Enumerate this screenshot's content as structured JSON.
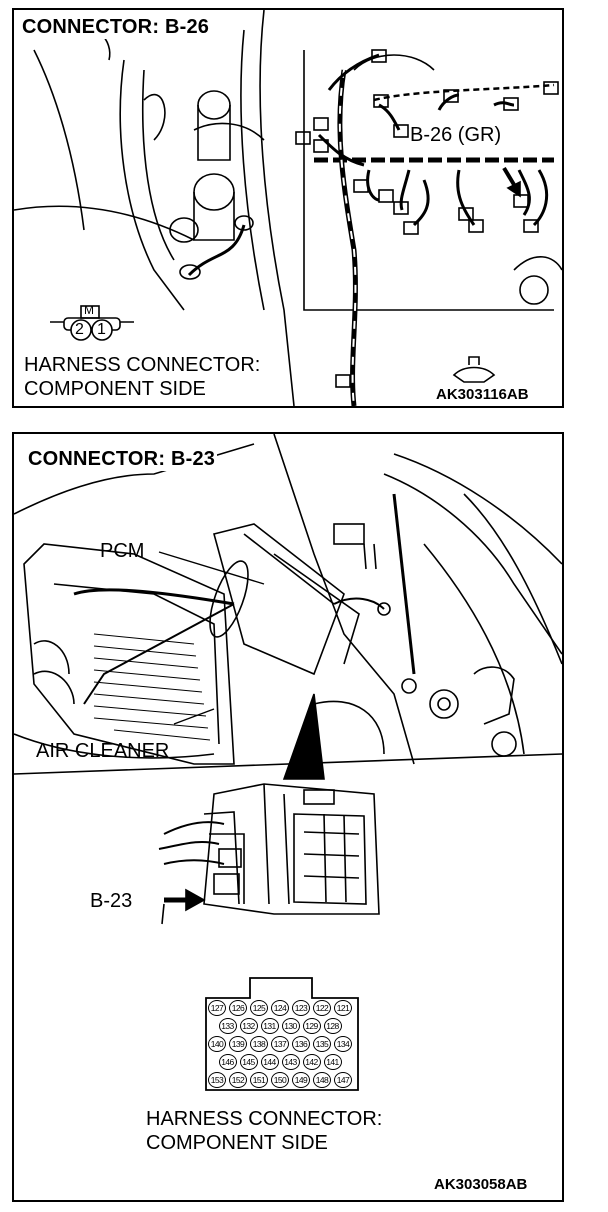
{
  "top": {
    "title": "CONNECTOR: B-26",
    "connector_callout": "B-26 (GR)",
    "connector_key_letter": "M",
    "pins": [
      "2",
      "1"
    ],
    "harness_line1": "HARNESS CONNECTOR:",
    "harness_line2": "COMPONENT SIDE",
    "figure_code": "AK303116AB"
  },
  "bottom": {
    "title": "CONNECTOR: B-23",
    "pcm_label": "PCM",
    "air_cleaner_label": "AIR CLEANER",
    "connector_callout": "B-23",
    "pin_rows": [
      [
        "127",
        "126",
        "125",
        "124",
        "123",
        "122",
        "121"
      ],
      [
        "133",
        "132",
        "131",
        "130",
        "129",
        "128"
      ],
      [
        "140",
        "139",
        "138",
        "137",
        "136",
        "135",
        "134"
      ],
      [
        "146",
        "145",
        "144",
        "143",
        "142",
        "141"
      ],
      [
        "153",
        "152",
        "151",
        "150",
        "149",
        "148",
        "147"
      ]
    ],
    "harness_line1": "HARNESS CONNECTOR:",
    "harness_line2": "COMPONENT SIDE",
    "figure_code": "AK303058AB"
  }
}
